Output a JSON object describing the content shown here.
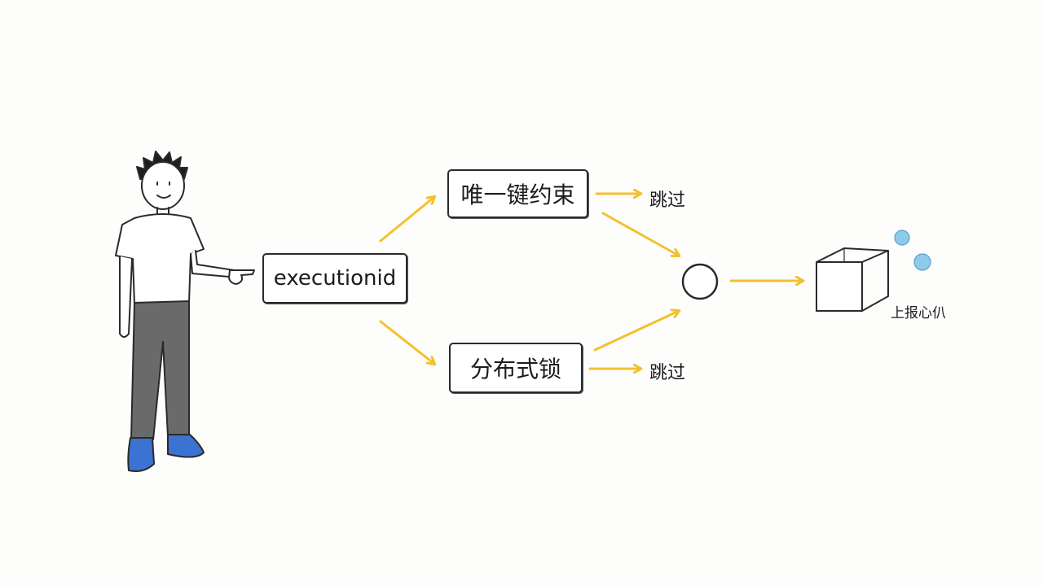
{
  "nodes": {
    "execution_id": "executionid",
    "unique_constraint": "唯一键约束",
    "distributed_lock": "分布式锁"
  },
  "outcomes": {
    "skip_top": "跳过",
    "skip_bottom": "跳过",
    "report": "上报心仈"
  },
  "colors": {
    "arrow": "#f2c12e",
    "stroke": "#2a2a2a",
    "bubble": "#8fcbe8",
    "shoe": "#3a73d1",
    "pants": "#6a6a6a"
  }
}
